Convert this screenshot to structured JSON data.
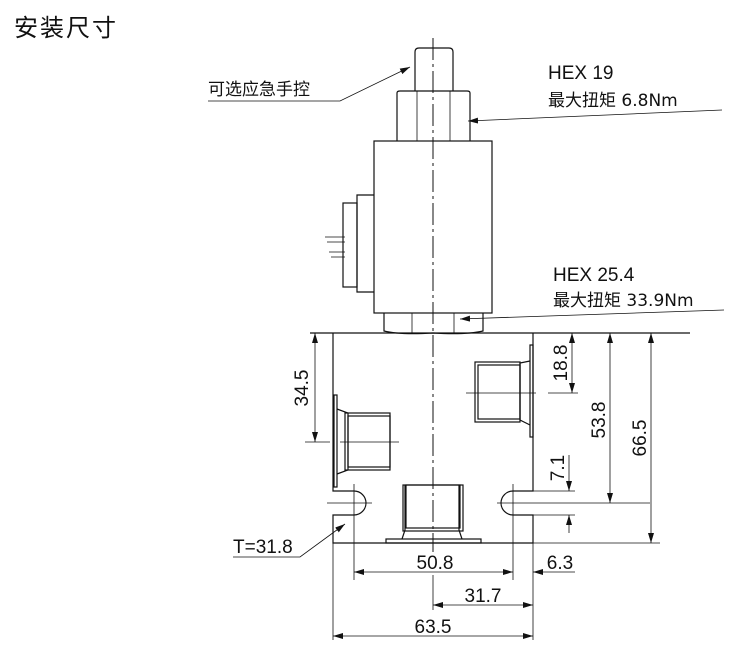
{
  "title": "安装尺寸",
  "labels": {
    "manual_override": "可选应急手控",
    "hex1": "HEX 19",
    "torque1": "最大扭矩 6.8Nm",
    "hex2": "HEX 25.4",
    "torque2": "最大扭矩 33.9Nm",
    "thickness": "T=31.8"
  },
  "dimensions": {
    "d34_5": "34.5",
    "d18_8": "18.8",
    "d53_8": "53.8",
    "d66_5": "66.5",
    "d7_1": "7.1",
    "d50_8": "50.8",
    "d6_3": "6.3",
    "d31_7": "31.7",
    "d63_5": "63.5"
  }
}
